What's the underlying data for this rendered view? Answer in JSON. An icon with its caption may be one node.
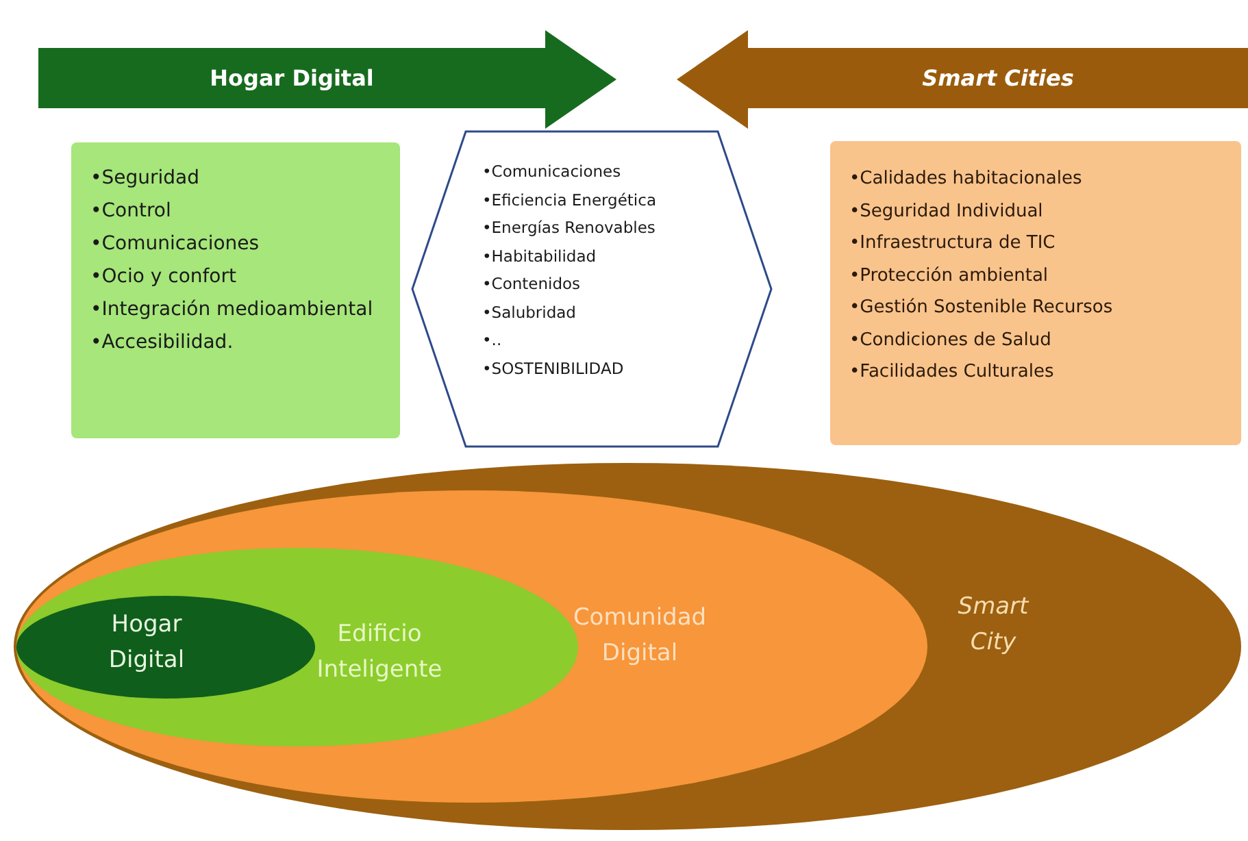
{
  "diagram": {
    "nodes": [
      {
        "text": [
          "Hogar Digital"
        ]
      },
      {
        "text": [
          "Smart Cities"
        ]
      },
      {
        "text": [
          "•Seguridad",
          "•Control",
          "•Comunicaciones",
          "•Ocio y confort",
          "•Integración medioambiental",
          "•Accesibilidad."
        ]
      },
      {
        "text": [
          "•Comunicaciones",
          "•Eficiencia Energética",
          "•Energías Renovables",
          "•Habitabilidad",
          "•Contenidos",
          "•Salubridad",
          "•..",
          "•SOSTENIBILIDAD"
        ]
      },
      {
        "text": [
          "•Calidades habitacionales",
          "•Seguridad Individual",
          "•Infraestructura de TIC",
          "•Protección ambiental",
          "•Gestión Sostenible Recursos",
          "•Condiciones de Salud",
          "•Facilidades Culturales"
        ]
      },
      {
        "text": [
          "Smart City"
        ]
      },
      {
        "text": [
          "Comunidad Digital"
        ],
        "in": 5
      },
      {
        "text": [
          "Edificio Inteligente"
        ],
        "in": 6
      },
      {
        "text": [
          "Hogar Digital"
        ],
        "in": 7
      }
    ]
  }
}
